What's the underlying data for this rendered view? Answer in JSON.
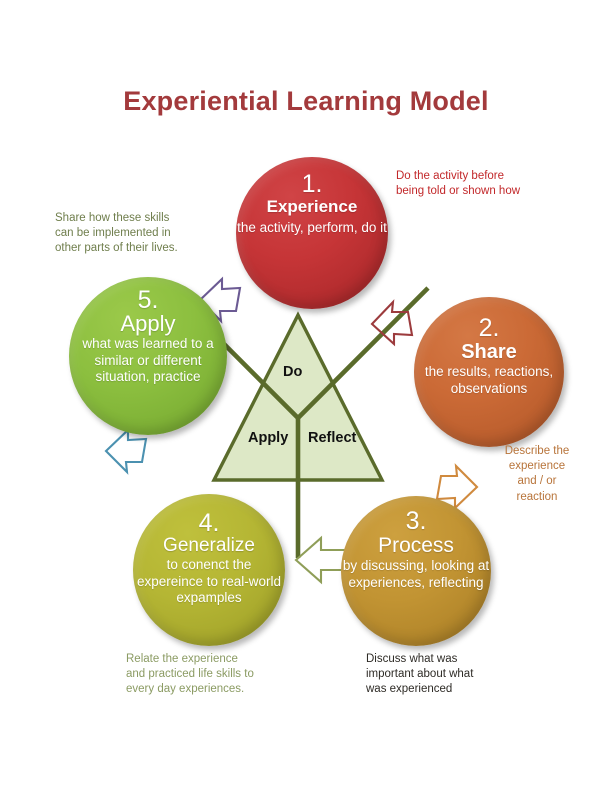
{
  "title": "Experiential Learning Model",
  "title_color": "#a33a3c",
  "triangle": {
    "fill": "#dde8c6",
    "stroke": "#5a6b2b",
    "labels": {
      "top": "Do",
      "bottom_left": "Apply",
      "bottom_right": "Reflect"
    }
  },
  "steps": [
    {
      "number": "1.",
      "name": "Experience",
      "description": "the activity,\nperform,\ndo it",
      "color": "#c63537"
    },
    {
      "number": "2.",
      "name": "Share",
      "description": "the results,\nreactions,\nobservations",
      "color": "#cb6a36"
    },
    {
      "number": "3.",
      "name": "Process",
      "description": "by discussing,\nlooking at\nexperiences,\nreflecting",
      "color": "#c29433"
    },
    {
      "number": "4.",
      "name": "Generalize",
      "description": "to conenct the\nexpereince to\nreal-world\nexpamples",
      "color": "#b5b634"
    },
    {
      "number": "5.",
      "name": "Apply",
      "description": "what was\nlearned to a\nsimilar or\ndifferent\nsituation,\npractice",
      "color": "#8cbf3f"
    }
  ],
  "notes": [
    {
      "id": "experience-note",
      "text": "Do the activity before\nbeing told or shown how",
      "color": "#c2282a"
    },
    {
      "id": "share-note",
      "text": "Describe the\nexperience\nand / or\nreaction",
      "color": "#b8743a"
    },
    {
      "id": "process-note",
      "text": "Discuss what was\nimportant about what\nwas experienced",
      "color": "#2e2b26"
    },
    {
      "id": "generalize-note",
      "text": "Relate the experience\nand practiced life skills to\nevery day experiences.",
      "color": "#8b9b63"
    },
    {
      "id": "apply-note",
      "text": "Share how these skills\ncan be implemented in\nother parts of their lives.",
      "color": "#6f7e4c"
    }
  ],
  "arrows": [
    {
      "id": "experience-to-share",
      "color": "#9c3b3d",
      "direction": "down-right"
    },
    {
      "id": "share-to-process",
      "color": "#d08a3e",
      "direction": "down-left"
    },
    {
      "id": "process-to-generalize",
      "color": "#8f9e58",
      "direction": "left"
    },
    {
      "id": "generalize-to-apply",
      "color": "#4b91b0",
      "direction": "up-left"
    },
    {
      "id": "apply-to-experience",
      "color": "#6b5a93",
      "direction": "up-right"
    }
  ]
}
